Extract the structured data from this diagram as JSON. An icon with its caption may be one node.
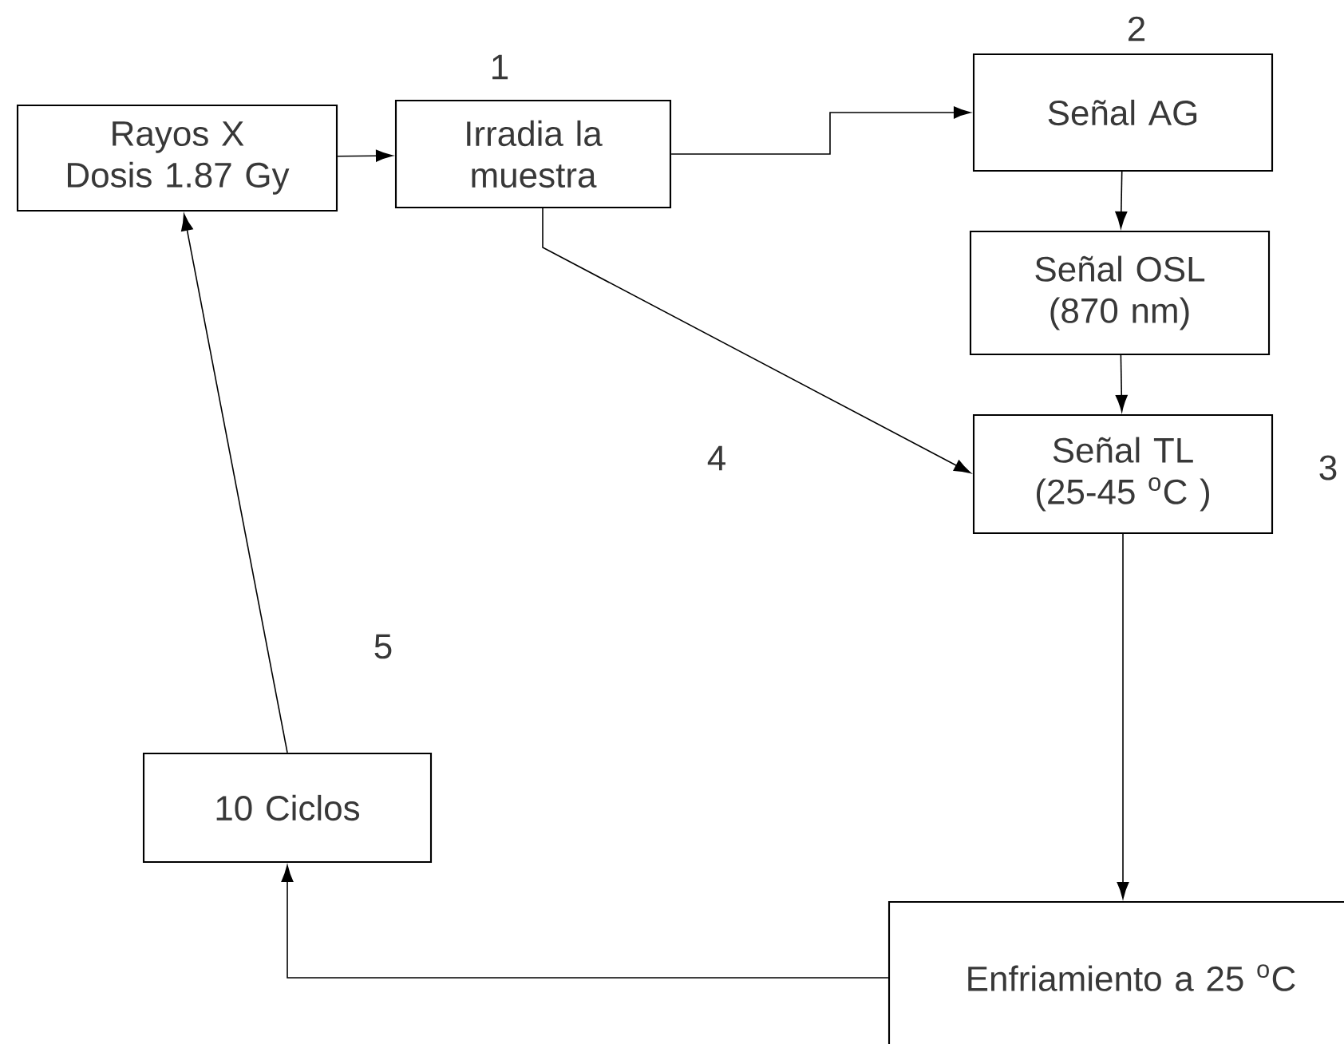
{
  "diagram": {
    "nodes": [
      {
        "text": [
          "Rayos X Dosis 1.87 Gy"
        ]
      },
      {
        "text": [
          "Irradia la muestra"
        ]
      },
      {
        "text": [
          "Señal AG"
        ]
      },
      {
        "text": [
          "Señal OSL (870 nm)"
        ]
      },
      {
        "text": [
          "Señal TL (25-45 $^{o}$C )"
        ]
      },
      {
        "text": [
          "10 Ciclos"
        ]
      },
      {
        "text": [
          "Enfriamiento a 25 $^{o}$C"
        ]
      }
    ],
    "edges": [
      {
        "from": 0,
        "to": 1,
        "arrow": "to"
      },
      {
        "from": 1,
        "to": 2,
        "arrow": "to"
      },
      {
        "from": 2,
        "to": 3,
        "arrow": "to"
      },
      {
        "from": 3,
        "to": 4,
        "arrow": "to"
      },
      {
        "from": 1,
        "to": 4,
        "arrow": "to"
      },
      {
        "from": 4,
        "to": 6,
        "arrow": "to"
      },
      {
        "from": 6,
        "to": 5,
        "arrow": "to"
      },
      {
        "from": 5,
        "to": 0,
        "arrow": "to"
      }
    ],
    "labels": [
      "1",
      "2",
      "3",
      "4",
      "5"
    ]
  }
}
